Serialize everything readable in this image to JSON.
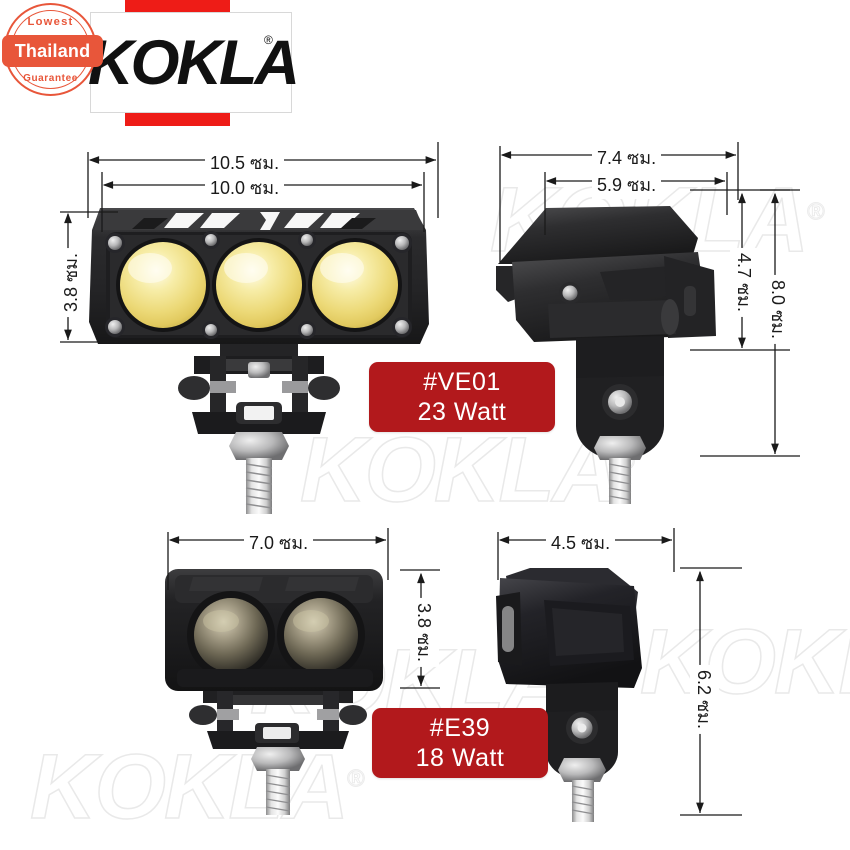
{
  "brand": {
    "logo_text": "KOKLA",
    "registered_mark": "®",
    "badge": {
      "top_text": "Lowest",
      "center_text": "Thailand",
      "bottom_text": "Guarantee",
      "color": "#e8563a"
    },
    "accent_red": "#ee1c17",
    "watermark_text": "KOKLA"
  },
  "products": [
    {
      "id": "product-ve01",
      "code": "#VE01",
      "watt": "23 Watt",
      "tag_color": "#b2191c",
      "views": {
        "front": {
          "width_outer": "10.5 ซม.",
          "width_inner": "10.0 ซม.",
          "height": "3.8 ซม.",
          "led_count": 3
        },
        "side": {
          "depth_outer": "7.4 ซม.",
          "depth_inner": "5.9 ซม.",
          "body_height": "4.7 ซม.",
          "total_height": "8.0 ซม."
        }
      }
    },
    {
      "id": "product-e39",
      "code": "#E39",
      "watt": "18 Watt",
      "tag_color": "#b2191c",
      "views": {
        "front": {
          "width_outer": "7.0 ซม.",
          "height": "3.8 ซม.",
          "led_count": 2
        },
        "side": {
          "depth_outer": "4.5 ซม.",
          "total_height": "6.2 ซม."
        }
      }
    }
  ]
}
